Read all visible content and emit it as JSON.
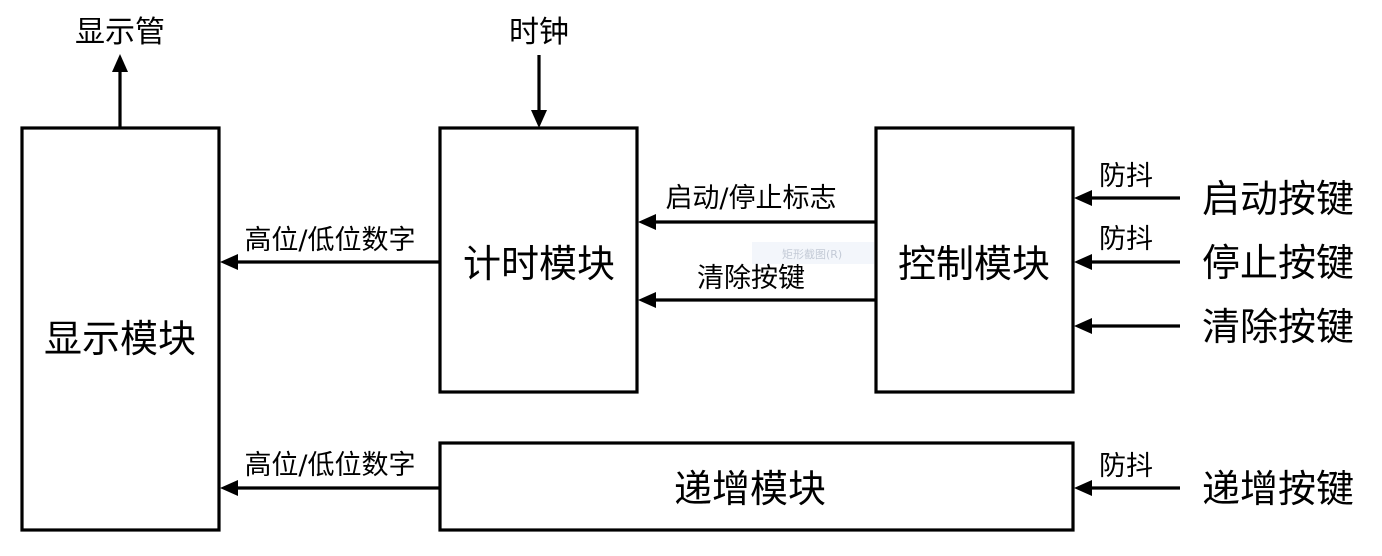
{
  "blocks": {
    "display": "显示模块",
    "timer": "计时模块",
    "control": "控制模块",
    "increment": "递增模块"
  },
  "signals": {
    "display_out": "显示管",
    "clock": "时钟",
    "digits_top": "高位/低位数字",
    "digits_bottom": "高位/低位数字",
    "start_stop_flag": "启动/停止标志",
    "clear_key_signal": "清除按键",
    "debounce_start": "防抖",
    "debounce_stop": "防抖",
    "debounce_increment": "防抖"
  },
  "inputs": {
    "start_key": "启动按键",
    "stop_key": "停止按键",
    "clear_key": "清除按键",
    "increment_key": "递增按键"
  },
  "watermark": "矩形截图(R)"
}
